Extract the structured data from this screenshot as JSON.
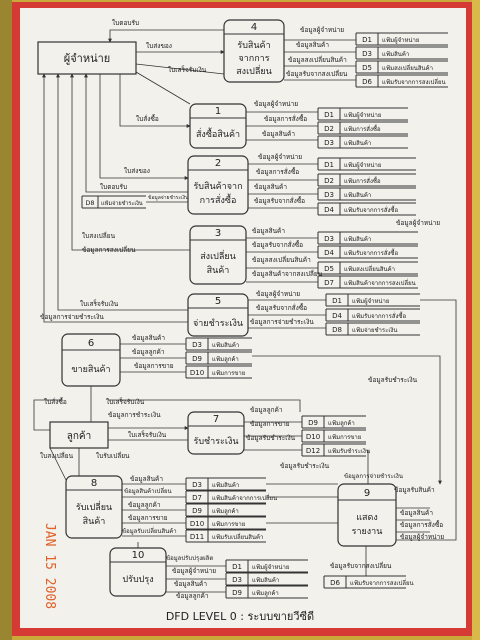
{
  "colors": {
    "background": "#c9a93a",
    "frame": "#d63a35",
    "paper": "#f2f1ec",
    "line": "#333333",
    "text": "#222222"
  },
  "stamp": "JAN 15 2008",
  "title": "DFD LEVEL 0 : ระบบขายวีซีดี",
  "entities": {
    "supplier": "ผู้จำหน่าย",
    "customer": "ลูกค้า"
  },
  "processes": [
    {
      "num": "4",
      "name_1": "รับสินค้า",
      "name_2": "จากการ",
      "name_3": "สงเปลี่ยน"
    },
    {
      "num": "1",
      "name_1": "สั่งซื้อสินค้า"
    },
    {
      "num": "2",
      "name_1": "รับสินค้าจาก",
      "name_2": "การสั่งซื้อ"
    },
    {
      "num": "3",
      "name_1": "ส่งเปลี่ยน",
      "name_2": "สินค้า"
    },
    {
      "num": "5",
      "name_1": "จ่ายชำระเงิน"
    },
    {
      "num": "6",
      "name_1": "ขายสินค้า"
    },
    {
      "num": "7",
      "name_1": "รับชำระเงิน"
    },
    {
      "num": "8",
      "name_1": "รับเปลี่ยน",
      "name_2": "สินค้า"
    },
    {
      "num": "9",
      "name_1": "แสดง",
      "name_2": "รายงาน"
    },
    {
      "num": "10",
      "name_1": "ปรับปรุง"
    }
  ],
  "stores": [
    {
      "id": "D1",
      "name": "แฟ้มผู้จำหน่าย"
    },
    {
      "id": "D3",
      "name": "แฟ้มสินค้า"
    },
    {
      "id": "D5",
      "name": "แฟ้มสงเปลี่ยนสินค้า"
    },
    {
      "id": "D6",
      "name": "แฟ้มรับจากการสงเปลี่ยน"
    },
    {
      "id": "D1",
      "name": "แฟ้มผู้จำหน่าย"
    },
    {
      "id": "D2",
      "name": "แฟ้มการสั่งซื้อ"
    },
    {
      "id": "D3",
      "name": "แฟ้มสินค้า"
    },
    {
      "id": "D1",
      "name": "แฟ้มผู้จำหน่าย"
    },
    {
      "id": "D2",
      "name": "แฟ้มการสั่งซื้อ"
    },
    {
      "id": "D3",
      "name": "แฟ้มสินค้า"
    },
    {
      "id": "D4",
      "name": "แฟ้มรับจากการสั่งซื้อ"
    },
    {
      "id": "D8",
      "name": "แฟ้มจ่ายชำระเงิน"
    },
    {
      "id": "D3",
      "name": "แฟ้มสินค้า"
    },
    {
      "id": "D4",
      "name": "แฟ้มรับจากการสั่งซื้อ"
    },
    {
      "id": "D5",
      "name": "แฟ้มสงเปลี่ยนสินค้า"
    },
    {
      "id": "D7",
      "name": "แฟ้มสินค้าจากการสงเปลี่ยน"
    },
    {
      "id": "D1",
      "name": "แฟ้มผู้จำหน่าย"
    },
    {
      "id": "D4",
      "name": "แฟ้มรับจากการสั่งซื้อ"
    },
    {
      "id": "D8",
      "name": "แฟ้มจ่ายชำระเงิน"
    },
    {
      "id": "D3",
      "name": "แฟ้มสินค้า"
    },
    {
      "id": "D9",
      "name": "แฟ้มลูกค้า"
    },
    {
      "id": "D10",
      "name": "แฟ้มการขาย"
    },
    {
      "id": "D9",
      "name": "แฟ้มลูกค้า"
    },
    {
      "id": "D10",
      "name": "แฟ้มการขาย"
    },
    {
      "id": "D12",
      "name": "แฟ้มรับชำระเงิน"
    },
    {
      "id": "D3",
      "name": "แฟ้มสินค้า"
    },
    {
      "id": "D7",
      "name": "แฟ้มสินค้าจากการเปลี่ยน"
    },
    {
      "id": "D9",
      "name": "แฟ้มลูกค้า"
    },
    {
      "id": "D10",
      "name": "แฟ้มการขาย"
    },
    {
      "id": "D11",
      "name": "แฟ้มรับเปลี่ยนสินค้า"
    },
    {
      "id": "D1",
      "name": "แฟ้มผู้จำหน่าย"
    },
    {
      "id": "D3",
      "name": "แฟ้มสินค้า"
    },
    {
      "id": "D9",
      "name": "แฟ้มลูกค้า"
    },
    {
      "id": "D6",
      "name": "แฟ้มรับจากการสงเปลี่ยน"
    }
  ],
  "flows": [
    "ใบตอบรับ",
    "ใบส่งของ",
    "ใบเสร็จรับเงิน",
    "ข้อมูลผู้จำหน่าย",
    "ข้อมูลสินค้า",
    "ข้อมูลสงเปลี่ยนสินค้า",
    "ข้อมูลรับจากสงเปลี่ยน",
    "ใบสั่งซื้อ",
    "ข้อมูลผู้จำหน่าย",
    "ข้อมูลการสั่งซื้อ",
    "ข้อมูลสินค้า",
    "ใบส่งของ",
    "ใบตอบรับ",
    "ข้อมูลผู้จำหน่าย",
    "ข้อมูลการสั่งซื้อ",
    "ข้อมูลสินค้า",
    "ข้อมูลรับจากสั่งซื้อ",
    "ข้อมูลจ่ายชำระเงิน",
    "ข้อมูลผู้จำหน่าย",
    "ใบสงเปลี่ยน",
    "ข้อมูลการสงเปลี่ยน",
    "ข้อมูลสินค้า",
    "ข้อมูลรับจากสั่งซื้อ",
    "ข้อมูลสงเปลี่ยนสินค้า",
    "ข้อมูลสินค้าจากสงเปลี่ยน",
    "ใบเสร็จรับเงิน",
    "ข้อมูลการจ่ายชำระเงิน",
    "ข้อมูลผู้จำหน่าย",
    "ข้อมูลรับจากสั่งซื้อ",
    "ข้อมูลการจ่ายชำระเงิน",
    "ข้อมูลสินค้า",
    "ข้อมูลลูกค้า",
    "ข้อมูลการขาย",
    "ข้อมูลรับชำระเงิน",
    "ใบสั่งซื้อ",
    "ใบเสร็จรับเงิน",
    "ข้อมูลการชำระเงิน",
    "ข้อมูลลูกค้า",
    "ข้อมูลการขาย",
    "ใบเสร็จรับเงิน",
    "ข้อมูลรับชำระเงิน",
    "ใบสงเปลี่ยน",
    "ใบรับเปลี่ยน",
    "ข้อมูลสินค้า",
    "ข้อมูลสินค้าเปลี่ยน",
    "ข้อมูลลูกค้า",
    "ข้อมูลการขาย",
    "ข้อมูลรับเปลี่ยนสินค้า",
    "ข้อมูลรับชำระเงิน",
    "ข้อมูลการจ่ายชำระเงิน",
    "ข้อมูลรับสินค้า",
    "ข้อมูลสินค้า",
    "ข้อมูลการสั่งซื้อ",
    "ข้อมูลผู้จำหน่าย",
    "ข้อมูลปรับปรุงผลิต",
    "ข้อมูลผู้จำหน่าย",
    "ข้อมูลสินค้า",
    "ข้อมูลลูกค้า",
    "ข้อมูลรับจากสงเปลี่ยน"
  ]
}
